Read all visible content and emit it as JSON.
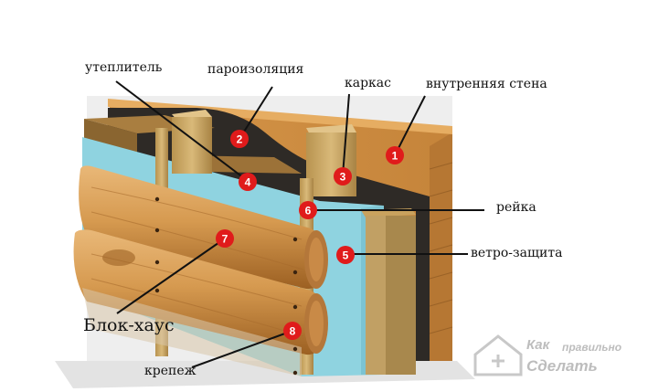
{
  "labels": {
    "insulation": "утеплитель",
    "vapor_barrier": "пароизоляция",
    "frame": "каркас",
    "inner_wall": "внутренняя стена",
    "batten": "рейка",
    "wind_protection": "ветро-защита",
    "block_house": "Блок-хаус",
    "fastener": "крепеж"
  },
  "markers": [
    "1",
    "2",
    "3",
    "4",
    "5",
    "6",
    "7",
    "8"
  ],
  "watermark": {
    "line1": "Как",
    "line2": "правильно",
    "line3": "Сделать"
  },
  "colors": {
    "marker": "#e01b1b",
    "wood": "#c98a3c",
    "membrane": "#8fd3e0",
    "vapor": "#2e2a26"
  }
}
